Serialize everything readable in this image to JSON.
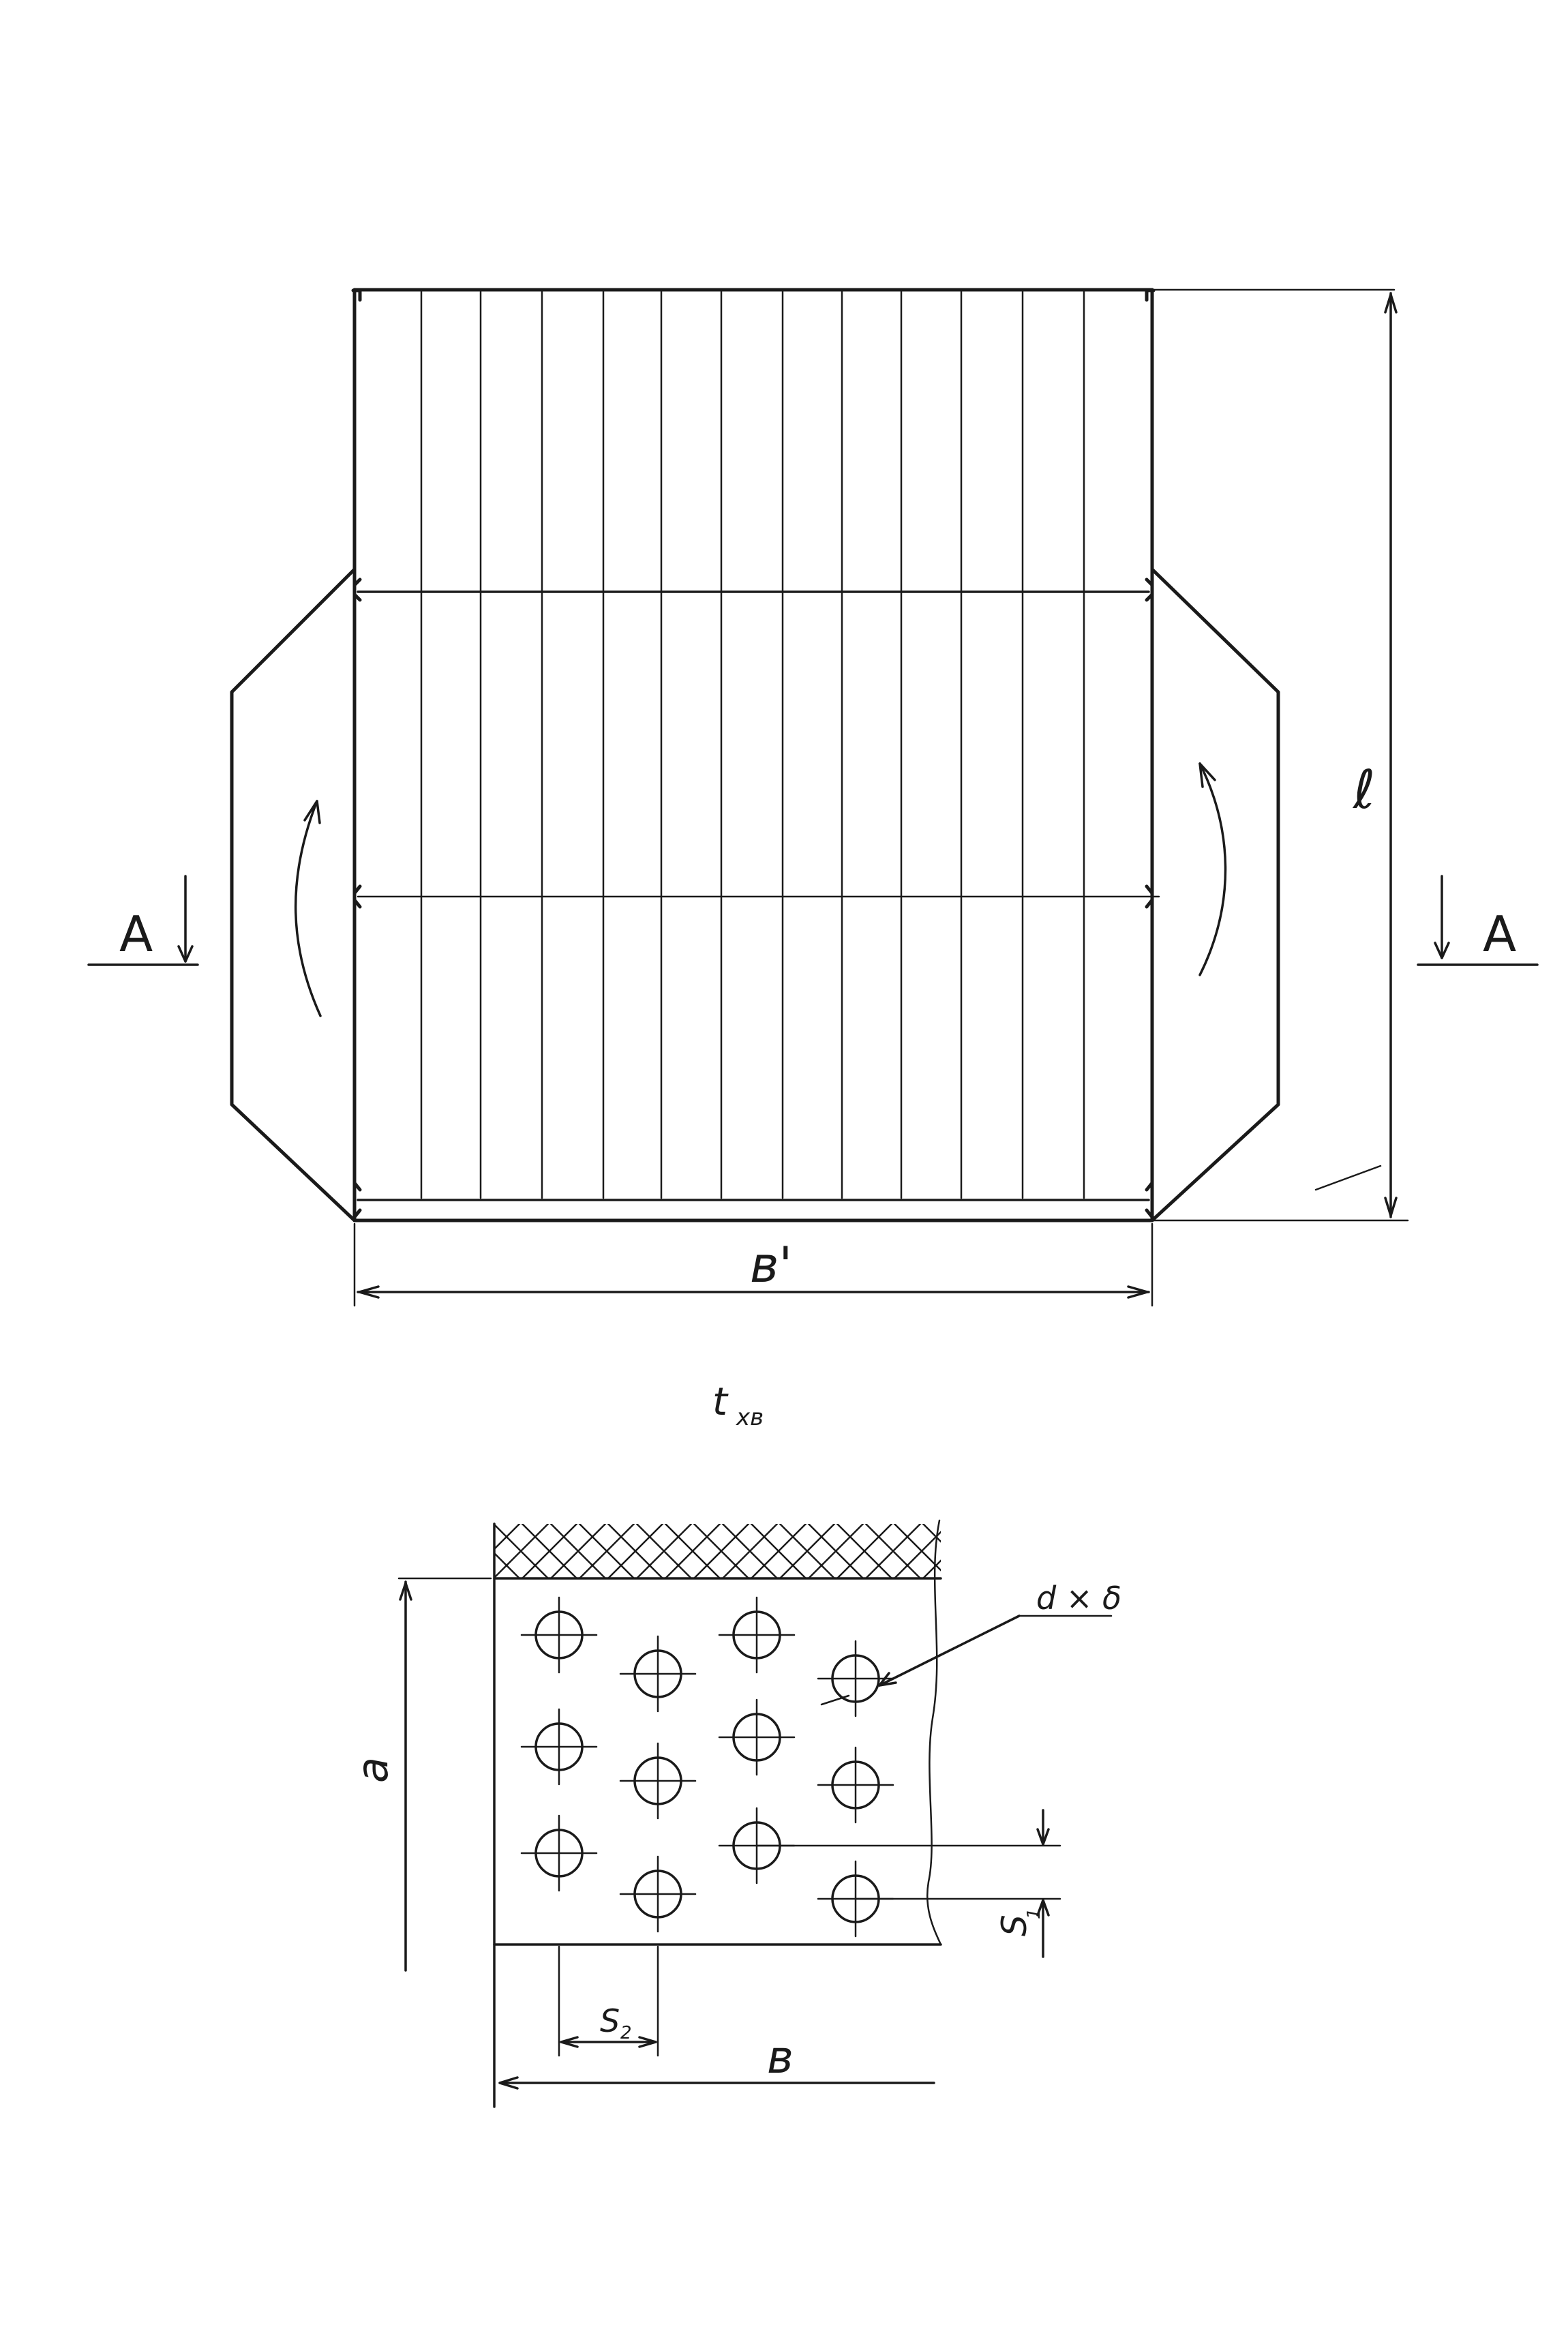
{
  "labels": {
    "section_left": "A",
    "section_right": "A",
    "dim_length": "ℓ",
    "dim_width_top": "в'",
    "caption": "t",
    "caption_sub": "хв",
    "dim_a": "a",
    "dim_b": "в",
    "dim_hole": "d × δ",
    "dim_s1": "S",
    "dim_s1_sub": "1",
    "dim_s2": "S",
    "dim_s2_sub": "2"
  },
  "colors": {
    "ink": "#1a1a1a",
    "paper": "#ffffff"
  }
}
